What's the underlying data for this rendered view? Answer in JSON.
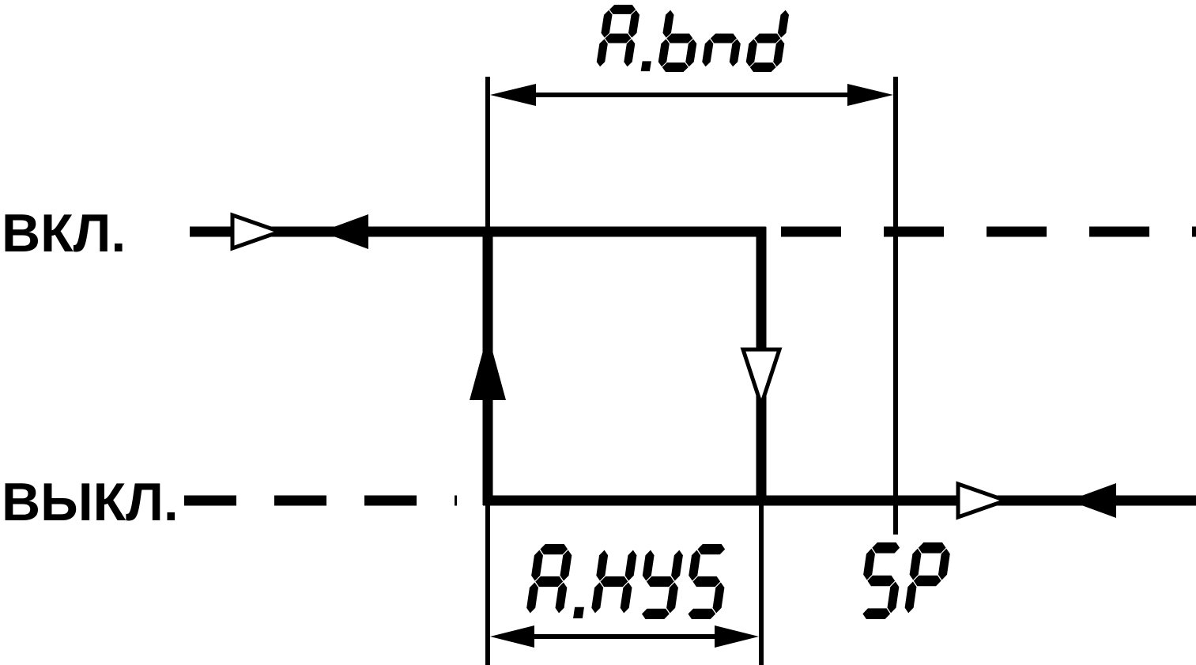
{
  "diagram": {
    "on_label": "ВКЛ.",
    "off_label": "ВЫКЛ.",
    "band_label": "A.bnd",
    "hysteresis_label": "A.HYS",
    "setpoint_label": "SP"
  }
}
